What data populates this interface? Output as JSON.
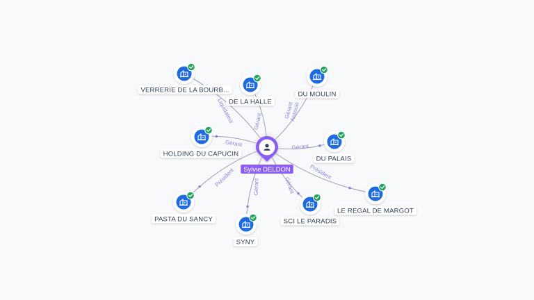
{
  "center": {
    "name": "Sylvie DELDON",
    "color": "#8b5cf6"
  },
  "colors": {
    "company": "#1e6be0",
    "badge": "#22a55b",
    "edge": "#9aa0b4",
    "edge_label": "#8a86d8"
  },
  "icons": {
    "company": "building-icon",
    "person": "person-icon",
    "verified": "check-badge-icon"
  },
  "companies": [
    {
      "name": "VERRERIE DE LA BOURB...",
      "relation": "Liquidateur"
    },
    {
      "name": "DE LA HALLE",
      "relation": "Gérant"
    },
    {
      "name": "DU MOULIN",
      "relation": "Gérant\nAssocié"
    },
    {
      "name": "HOLDING DU CAPUCIN",
      "relation": "Gérant"
    },
    {
      "name": "DU PALAIS",
      "relation": "Gérant"
    },
    {
      "name": "PASTA DU SANCY",
      "relation": "Président"
    },
    {
      "name": "LE REGAL DE MARGOT",
      "relation": "Président"
    },
    {
      "name": "SYNY",
      "relation": "Gérant"
    },
    {
      "name": "SCI LE PARADIS",
      "relation": "Gérant"
    }
  ]
}
